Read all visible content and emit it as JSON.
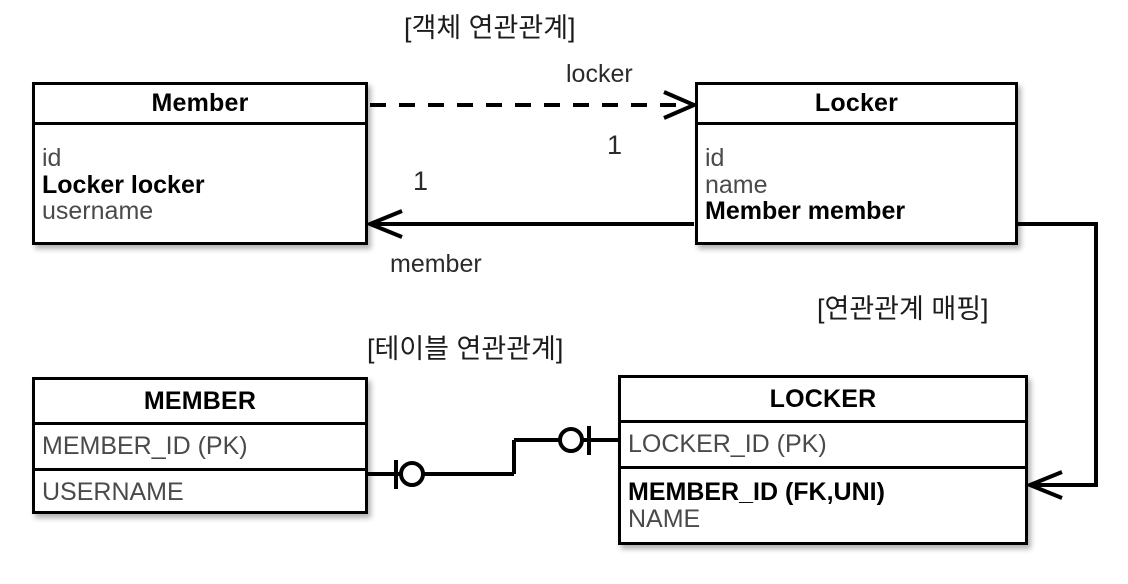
{
  "diagram": {
    "title_object_model": "[객체 연관관계]",
    "title_table_model": "[테이블 연관관계]",
    "title_mapping": "[연관관계 매핑]"
  },
  "object_model": {
    "member_entity": {
      "name": "Member",
      "fields": [
        {
          "text": "id",
          "bold": false
        },
        {
          "text": "Locker locker",
          "bold": true
        },
        {
          "text": "username",
          "bold": false
        }
      ]
    },
    "locker_entity": {
      "name": "Locker",
      "fields": [
        {
          "text": "id",
          "bold": false
        },
        {
          "text": "name",
          "bold": false
        },
        {
          "text": "Member member",
          "bold": true
        }
      ]
    },
    "associations": [
      {
        "role": "locker",
        "cardinality": "1",
        "from": "Member",
        "to": "Locker",
        "style": "dashed"
      },
      {
        "role": "member",
        "cardinality": "1",
        "from": "Locker",
        "to": "Member",
        "style": "solid"
      }
    ]
  },
  "table_model": {
    "member_table": {
      "name": "MEMBER",
      "sections": [
        {
          "fields": [
            {
              "text": "MEMBER_ID (PK)",
              "bold": false
            }
          ]
        },
        {
          "fields": [
            {
              "text": "USERNAME",
              "bold": false
            }
          ]
        }
      ]
    },
    "locker_table": {
      "name": "LOCKER",
      "sections": [
        {
          "fields": [
            {
              "text": "LOCKER_ID (PK)",
              "bold": false
            }
          ]
        },
        {
          "fields": [
            {
              "text": "MEMBER_ID (FK,UNI)",
              "bold": true
            },
            {
              "text": "NAME",
              "bold": false
            }
          ]
        }
      ]
    },
    "relationship": {
      "notation": "crows-foot-one-to-one",
      "left_marker": "one-and-optional",
      "right_marker": "one-and-optional"
    }
  },
  "colors": {
    "line": "#000000",
    "box_fill": "#ffffff",
    "field_text": "#4a4a4a",
    "bold_text": "#000000",
    "background": "#ffffff"
  }
}
